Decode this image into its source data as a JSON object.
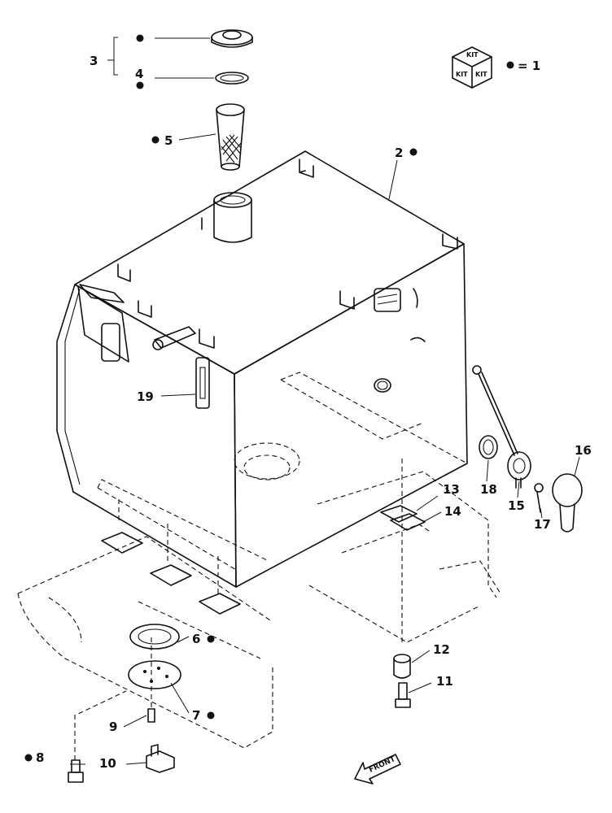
{
  "diagram": {
    "kit_legend": {
      "kit_text": "KIT",
      "eq_text": "= 1"
    },
    "callouts": {
      "c2": "2",
      "c3": "3",
      "c4": "4",
      "c5": "5",
      "c6": "6",
      "c7": "7",
      "c8": "8",
      "c9": "9",
      "c10": "10",
      "c11": "11",
      "c12": "12",
      "c13": "13",
      "c14": "14",
      "c15": "15",
      "c16": "16",
      "c17": "17",
      "c18": "18",
      "c19": "19"
    },
    "front_label": "FRONT"
  }
}
